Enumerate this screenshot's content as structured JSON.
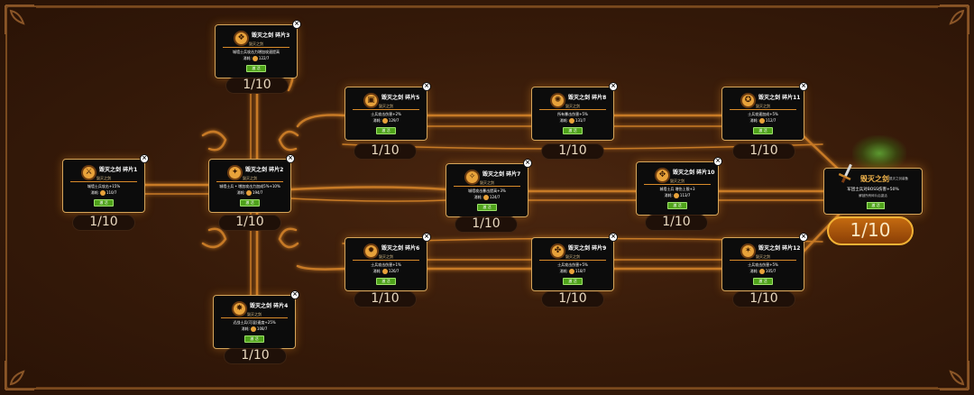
{
  "cards": [
    {
      "id": "1",
      "title": "毁灭之剑 碎片1",
      "sub": "毁灭之剑",
      "desc": "城墙士兵攻击+15%",
      "cost_label": "消耗:",
      "cost": "110/7",
      "btn": "激 活",
      "count": "1/10"
    },
    {
      "id": "2",
      "title": "毁灭之剑 碎片2",
      "sub": "毁灭之剑",
      "desc": "城墙士兵 • 增加攻击力加成5%+10%",
      "cost_label": "消耗:",
      "cost": "194/7",
      "btn": "激 活",
      "count": "1/10"
    },
    {
      "id": "3",
      "title": "毁灭之剑 碎片3",
      "sub": "毁灭之剑",
      "desc": "城墙士兵攻击力增加攻速提高",
      "cost_label": "消耗:",
      "cost": "122/7",
      "btn": "激 活",
      "count": "1/10"
    },
    {
      "id": "4",
      "title": "毁灭之剑 碎片4",
      "sub": "毁灭之剑",
      "desc": "近战士兵(可混)速度+25%",
      "cost_label": "消耗:",
      "cost": "108/7",
      "btn": "激 活",
      "count": "1/10"
    },
    {
      "id": "5",
      "title": "毁灭之剑 碎片5",
      "sub": "毁灭之剑",
      "desc": "士兵攻击伤害+2%",
      "cost_label": "消耗:",
      "cost": "129/7",
      "btn": "激 活",
      "count": "1/10"
    },
    {
      "id": "6",
      "title": "毁灭之剑 碎片6",
      "sub": "毁灭之剑",
      "desc": "士兵攻击伤害+1%",
      "cost_label": "消耗:",
      "cost": "126/7",
      "btn": "激 活",
      "count": "1/10"
    },
    {
      "id": "7",
      "title": "毁灭之剑 碎片7",
      "sub": "毁灭之剑",
      "desc": "城墙攻击暴击提高+3%",
      "cost_label": "消耗:",
      "cost": "124/7",
      "btn": "激 活",
      "count": "1/10"
    },
    {
      "id": "8",
      "title": "毁灭之剑 碎片8",
      "sub": "毁灭之剑",
      "desc": "所有暴击伤害+5%",
      "cost_label": "消耗:",
      "cost": "131/7",
      "btn": "激 活",
      "count": "1/10"
    },
    {
      "id": "9",
      "title": "毁灭之剑 碎片9",
      "sub": "毁灭之剑",
      "desc": "士兵攻击伤害+5%",
      "cost_label": "消耗:",
      "cost": "118/7",
      "btn": "激 活",
      "count": "1/10"
    },
    {
      "id": "10",
      "title": "毁灭之剑 碎片10",
      "sub": "毁灭之剑",
      "desc": "城墙士兵 增伤上限+3",
      "cost_label": "消耗:",
      "cost": "113/7",
      "btn": "激 活",
      "count": "1/10"
    },
    {
      "id": "11",
      "title": "毁灭之剑 碎片11",
      "sub": "毁灭之剑",
      "desc": "士兵攻速加成+5%",
      "cost_label": "消耗:",
      "cost": "112/7",
      "btn": "激 活",
      "count": "1/10"
    },
    {
      "id": "12",
      "title": "毁灭之剑 碎片12",
      "sub": "毁灭之剑",
      "desc": "士兵攻击伤害+5%",
      "cost_label": "消耗:",
      "cost": "105/7",
      "btn": "激 活",
      "count": "1/10"
    }
  ],
  "final": {
    "title": "毁灭之剑",
    "sub": "毁灭之剑装备",
    "desc": "军团士兵对BOSS伤害+50%",
    "desc2": "解锁所有碎片后激活",
    "btn": "激 活",
    "count": "1/10"
  },
  "colors": {
    "wire": "#c77a26",
    "wire_glow": "#ff9a2e",
    "card_border": "#d5a55a",
    "button": "#4fa21b"
  }
}
